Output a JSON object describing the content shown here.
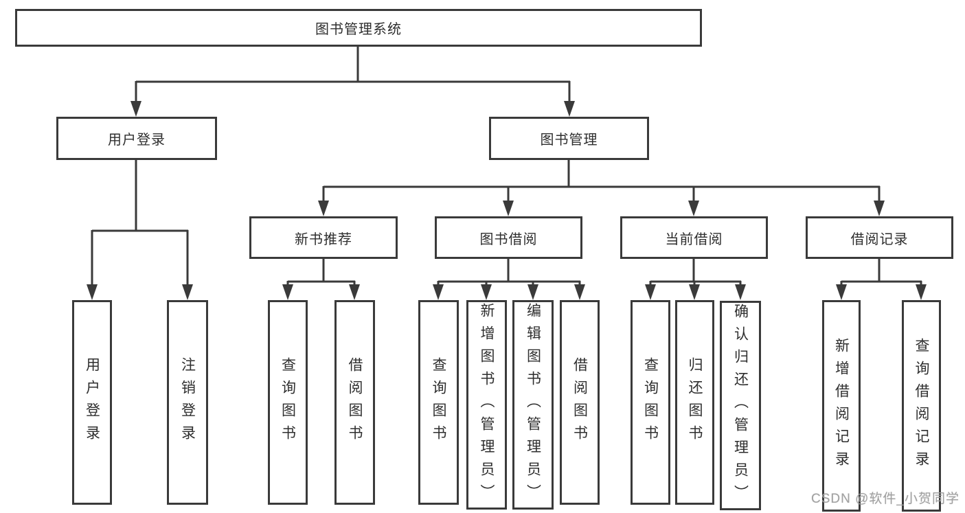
{
  "diagram": {
    "title": "图书管理系统",
    "root": {
      "label": "图书管理系统"
    },
    "level2": [
      {
        "label": "用户登录"
      },
      {
        "label": "图书管理"
      }
    ],
    "level3": [
      {
        "label": "新书推荐"
      },
      {
        "label": "图书借阅"
      },
      {
        "label": "当前借阅"
      },
      {
        "label": "借阅记录"
      }
    ],
    "leaves": [
      {
        "label": "用户登录"
      },
      {
        "label": "注销登录"
      },
      {
        "label": "查询图书"
      },
      {
        "label": "借阅图书"
      },
      {
        "label": "查询图书"
      },
      {
        "label": "新增图书（管理员）"
      },
      {
        "label": "编辑图书（管理员）"
      },
      {
        "label": "借阅图书"
      },
      {
        "label": "查询图书"
      },
      {
        "label": "归还图书"
      },
      {
        "label": "确认归还（管理员）"
      },
      {
        "label": "新增借阅记录"
      },
      {
        "label": "查询借阅记录"
      }
    ],
    "line_color": "#3a3a3a",
    "watermark": "CSDN @软件_小贺同学"
  }
}
